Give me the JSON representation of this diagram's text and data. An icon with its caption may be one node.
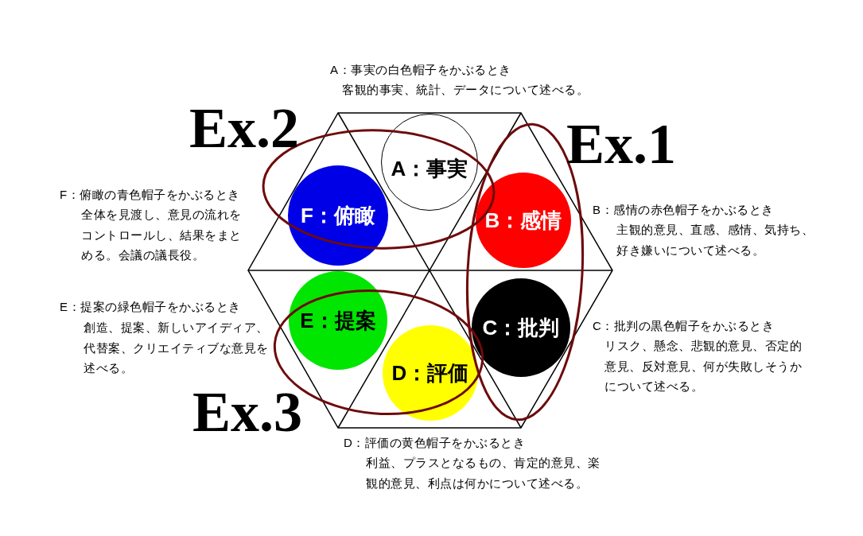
{
  "diagram": {
    "nodes": [
      {
        "text": [
          "Ex.2"
        ]
      },
      {
        "text": [
          "Ex.1"
        ]
      },
      {
        "text": [
          "A：事実"
        ],
        "beside": [
          "A：事実の白色帽子をかぶるとき",
          "客観的事実、統計、データについて述べる。"
        ]
      },
      {
        "text": [
          "F：俯瞰"
        ],
        "beside": [
          "F：俯瞰の青色帽子をかぶるとき",
          "全体を見渡し、意見の流れをコントロールし、結果をまとめる。会議の議長役。"
        ]
      },
      {
        "text": [
          "B：感情"
        ],
        "in": 1,
        "beside": [
          "B：感情の赤色帽子をかぶるとき",
          "主観的意見、直感、感情、気持ち、好き嫌いについて述べる。"
        ]
      },
      {
        "text": [
          "E：提案"
        ],
        "beside": [
          "E：提案の緑色帽子をかぶるとき",
          "創造、提案、新しいアイディア、代替案、クリエイティブな意見を述べる。"
        ]
      },
      {
        "text": [
          "C：批判"
        ],
        "in": 1,
        "beside": [
          "C：批判の黒色帽子をかぶるとき",
          "リスク、懸念、悲観的意見、否定的意見、反対意見、何が失敗しそうかについて述べる。"
        ]
      },
      {
        "text": [
          "D：評価"
        ],
        "beside": [
          "D：評価の黄色帽子をかぶるとき",
          "利益、プラスとなるもの、肯定的意見、楽観的意見、利点は何かについて述べる。"
        ]
      },
      {
        "text": [
          "Ex.3"
        ]
      }
    ]
  }
}
